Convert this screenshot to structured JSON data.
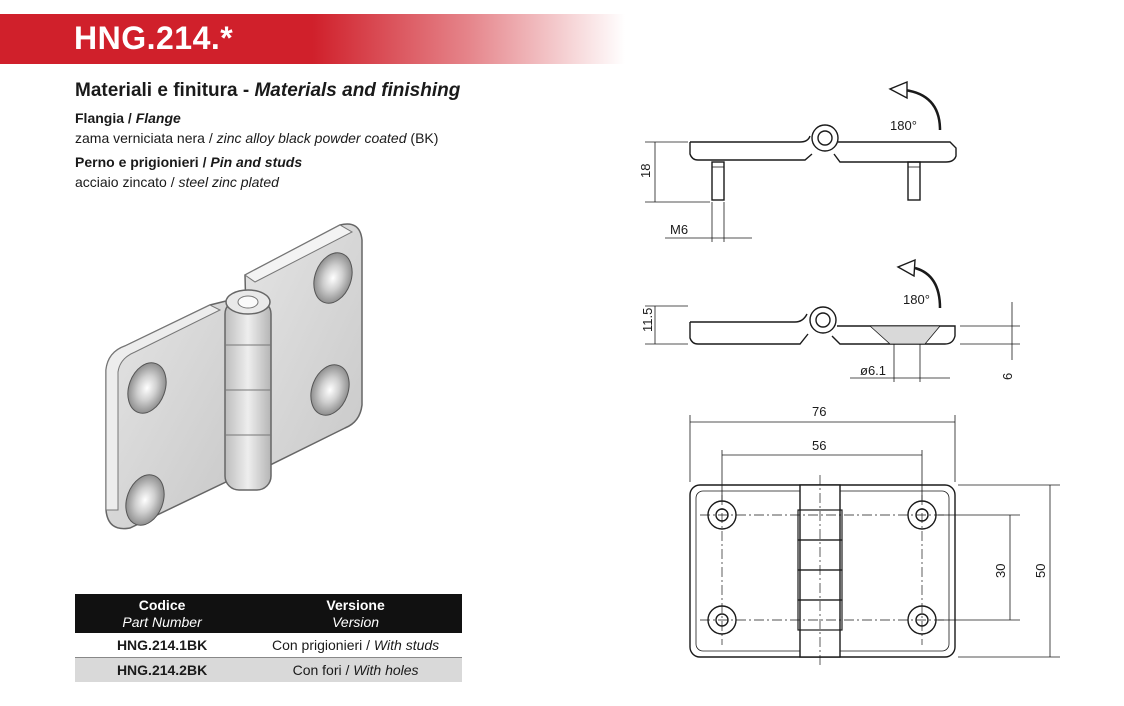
{
  "header": {
    "code": "HNG.214.*",
    "accent": "#d0202b"
  },
  "materials": {
    "title_it": "Materiali e finitura - ",
    "title_en": "Materials and finishing",
    "flange_label_it": "Flangia / ",
    "flange_label_en": "Flange",
    "flange_desc_it": "zama verniciata nera / ",
    "flange_desc_en": "zinc alloy black powder coated",
    "flange_desc_code": " (BK)",
    "pin_label_it": "Perno e prigionieri / ",
    "pin_label_en": "Pin and studs",
    "pin_desc_it": "acciaio zincato / ",
    "pin_desc_en": "steel zinc plated"
  },
  "table": {
    "col1_it": "Codice",
    "col1_en": "Part Number",
    "col2_it": "Versione",
    "col2_en": "Version",
    "rows": [
      {
        "code": "HNG.214.1BK",
        "version_it": "Con prigionieri / ",
        "version_en": "With studs"
      },
      {
        "code": "HNG.214.2BK",
        "version_it": "Con fori / ",
        "version_en": "With holes"
      }
    ]
  },
  "dimensions": {
    "rotation1": "180°",
    "height_18": "18",
    "thread": "M6",
    "rotation2": "180°",
    "height_115": "11.5",
    "hole_dia": "ø6.1",
    "thickness": "6",
    "width_76": "76",
    "width_56": "56",
    "height_30": "30",
    "height_50": "50"
  }
}
